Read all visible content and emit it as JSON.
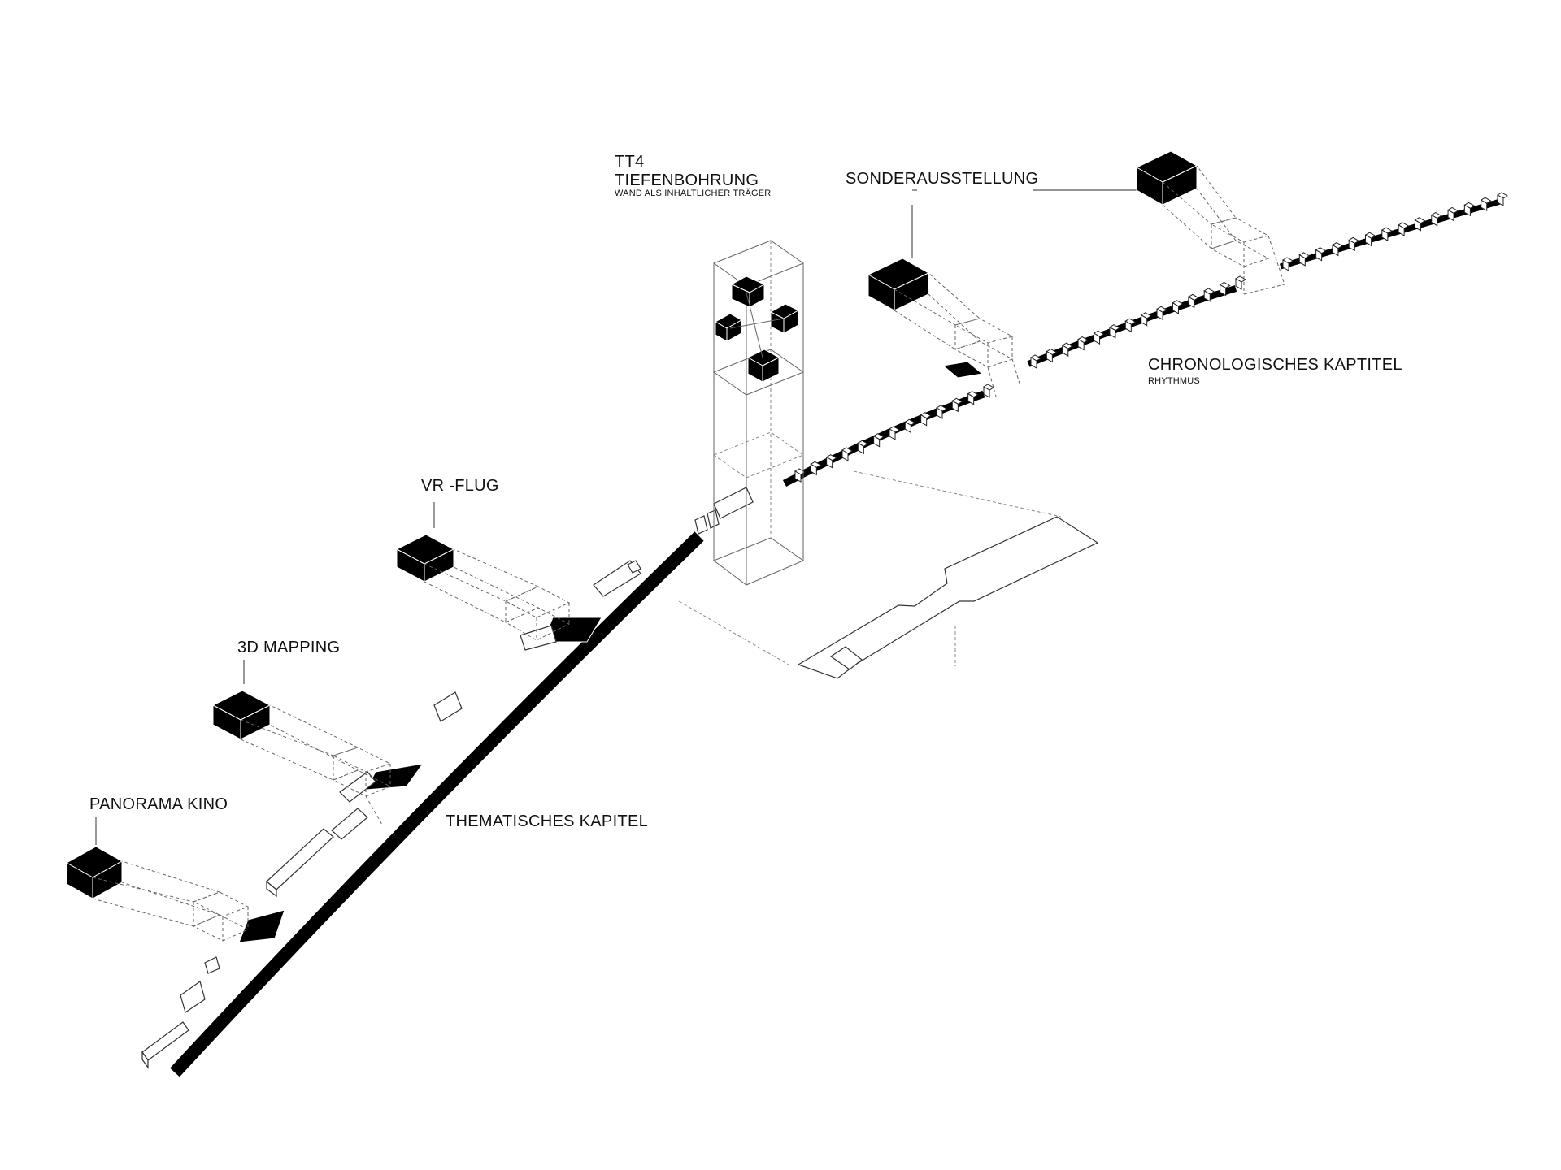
{
  "labels": {
    "tt4": "TT4",
    "tiefenbohrung": "TIEFENBOHRUNG",
    "wand": "WAND ALS INHALTLICHER TRÄGER",
    "sonderausstellung": "SONDERAUSSTELLUNG",
    "chronologisches": "CHRONOLOGISCHES KAPTITEL",
    "rhythmus": "RHYTHMUS",
    "vrflug": "VR -FLUG",
    "mapping": "3D MAPPING",
    "panorama": "PANORAMA KINO",
    "thematisches": "THEMATISCHES KAPITEL"
  },
  "colors": {
    "ink": "#000000",
    "paper": "#ffffff",
    "line": "#666666"
  }
}
